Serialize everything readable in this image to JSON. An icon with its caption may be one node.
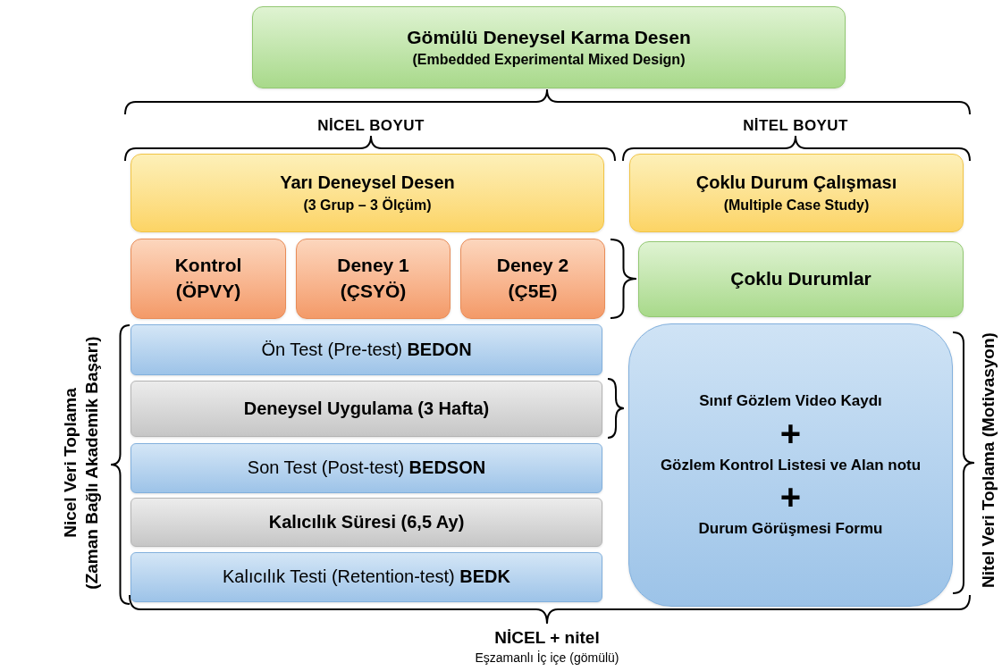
{
  "diagram": {
    "nodes": [
      {
        "text": [
          "Gömülü Deneysel Karma Desen",
          "(Embedded Experimental Mixed Design)"
        ]
      },
      {
        "text": [
          "Yarı Deneysel Desen",
          "(3 Grup – 3 Ölçüm)"
        ]
      },
      {
        "text": [
          "Çoklu Durum Çalışması",
          "(Multiple Case Study)"
        ]
      },
      {
        "text": [
          "Kontrol (ÖPVY)"
        ]
      },
      {
        "text": [
          "Deney 1 (ÇSYÖ)"
        ]
      },
      {
        "text": [
          "Deney 2 (Ç5E)"
        ]
      },
      {
        "text": [
          "Çoklu Durumlar"
        ]
      },
      {
        "text": [
          "Ön Test (Pre-test) **BEDON**"
        ]
      },
      {
        "text": [
          "Deneysel Uygulama (3 Hafta)"
        ]
      },
      {
        "text": [
          "Son Test (Post-test) **BEDSON**"
        ]
      },
      {
        "text": [
          "Kalıcılık Süresi (6,5 Ay)"
        ]
      },
      {
        "text": [
          "Kalıcılık Testi (Retention-test) **BEDK**"
        ]
      },
      {
        "text": [
          "Sınıf Gözlem Video Kaydı",
          "+",
          "Gözlem Kontrol Listesi ve Alan notu",
          "+",
          "Durum Görüşmesi Formu"
        ]
      }
    ],
    "edges": [],
    "labels": [
      "NİCEL BOYUT",
      "NİTEL BOYUT",
      "Nicel Veri Toplama",
      "(Zaman Bağlı Akademik Başarı)",
      "Nitel Veri Toplama (Motivasyon)",
      "NİCEL + nitel",
      "Eşzamanlı İç içe (gömülü)"
    ]
  }
}
